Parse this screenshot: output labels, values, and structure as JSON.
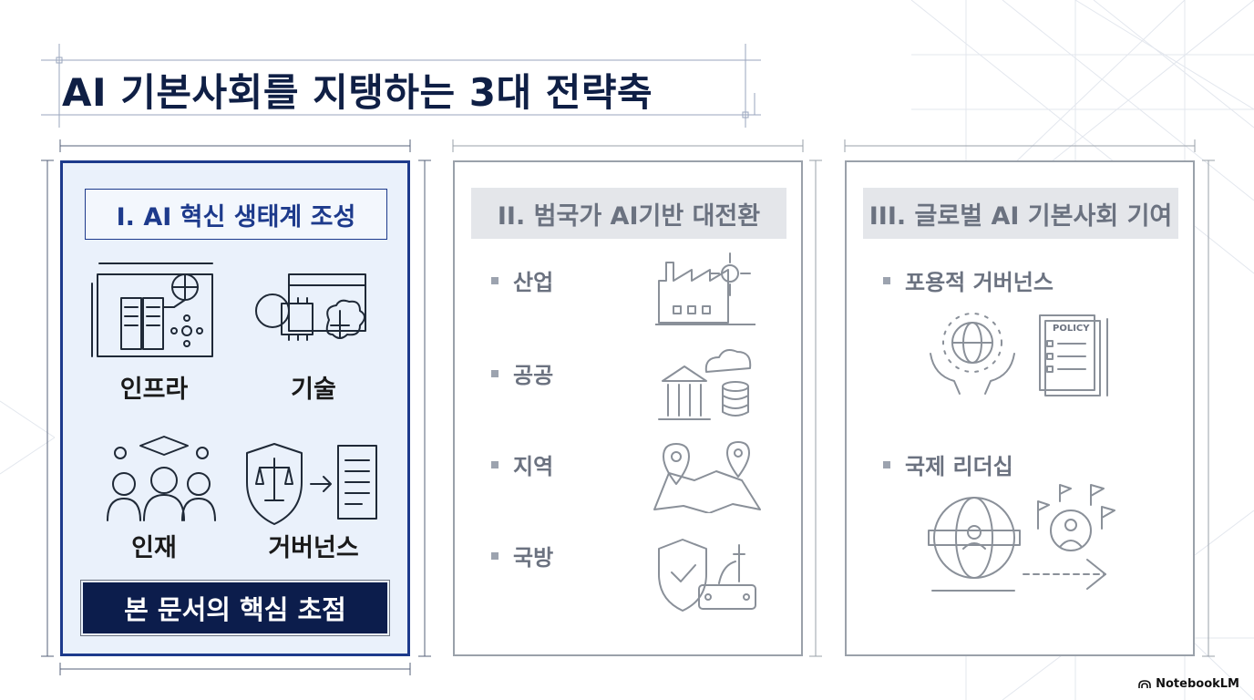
{
  "title": "AI 기본사회를 지탱하는 3대 전략축",
  "panels": [
    {
      "header": "I. AI 혁신 생태계 조성",
      "pillars": [
        "인프라",
        "기술",
        "인재",
        "거버넌스"
      ],
      "focus_label": "본 문서의 핵심 초점"
    },
    {
      "header": "II. 범국가 AI기반 대전환",
      "items": [
        "산업",
        "공공",
        "지역",
        "국방"
      ]
    },
    {
      "header": "III. 글로벌 AI 기본사회 기여",
      "items": [
        "포용적 거버넌스",
        "국제 리더십"
      ],
      "policy_label": "POLICY"
    }
  ],
  "brand": "NotebookLM",
  "colors": {
    "navy": "#0c1d4c",
    "accent_blue": "#1d3a8c",
    "panel_fill": "#eaf1fb",
    "muted_grey": "#9aa1aa"
  },
  "icons": {
    "infra": "server-blueprint-icon",
    "tech": "chip-brain-icon",
    "talent": "people-graduation-icon",
    "governance": "shield-scales-document-icon",
    "industry": "factory-network-icon",
    "public": "government-cloud-database-icon",
    "region": "map-pins-icon",
    "defense": "shield-radar-icon",
    "inclusive": "hands-globe-icon",
    "policy": "policy-document-icon",
    "leadership": "globe-leader-flags-icon"
  }
}
